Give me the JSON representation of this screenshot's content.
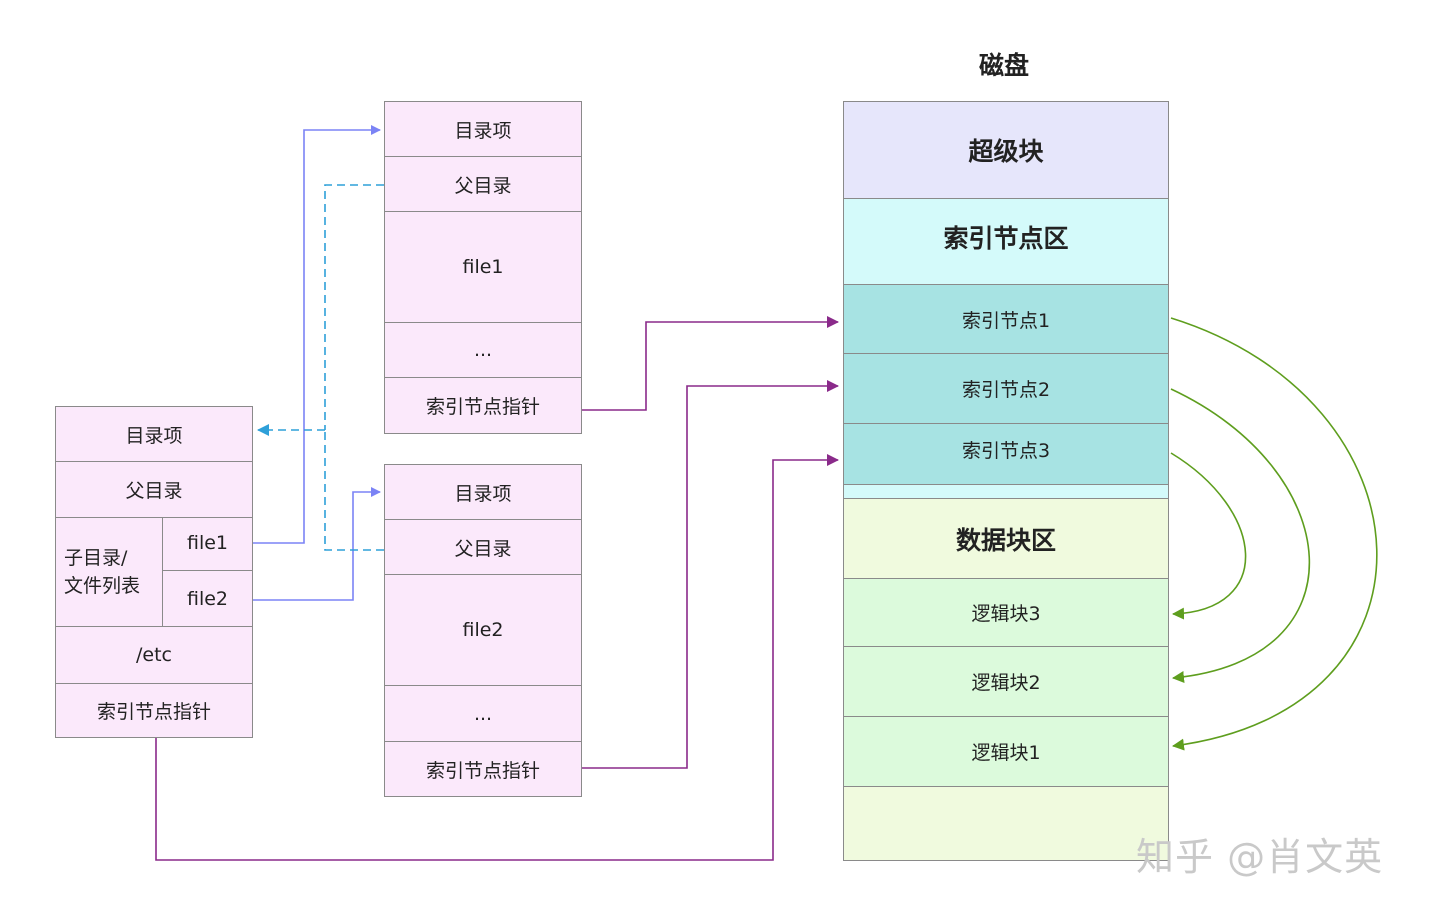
{
  "disk": {
    "title": "磁盘",
    "superblock": "超级块",
    "inode_area": "索引节点区",
    "inodes": [
      "索引节点1",
      "索引节点2",
      "索引节点3"
    ],
    "data_area": "数据块区",
    "logical_blocks": [
      "逻辑块3",
      "逻辑块2",
      "逻辑块1"
    ]
  },
  "dir_top": {
    "entry": "目录项",
    "parent": "父目录",
    "file": "file1",
    "ellipsis": "...",
    "inode_ptr": "索引节点指针"
  },
  "dir_bottom": {
    "entry": "目录项",
    "parent": "父目录",
    "file": "file2",
    "ellipsis": "...",
    "inode_ptr": "索引节点指针"
  },
  "dir_etc": {
    "entry": "目录项",
    "parent": "父目录",
    "subdir_label": [
      "子目录/",
      "文件列表"
    ],
    "file1": "file1",
    "file2": "file2",
    "name": "/etc",
    "inode_ptr": "索引节点指针"
  },
  "watermark": "知乎 @肖文英",
  "colors": {
    "blue_link": "#7b83f5",
    "dashed_parent": "#2ea0d9",
    "purple_pointer": "#8a2a8a",
    "green_block": "#5e9e1e"
  }
}
